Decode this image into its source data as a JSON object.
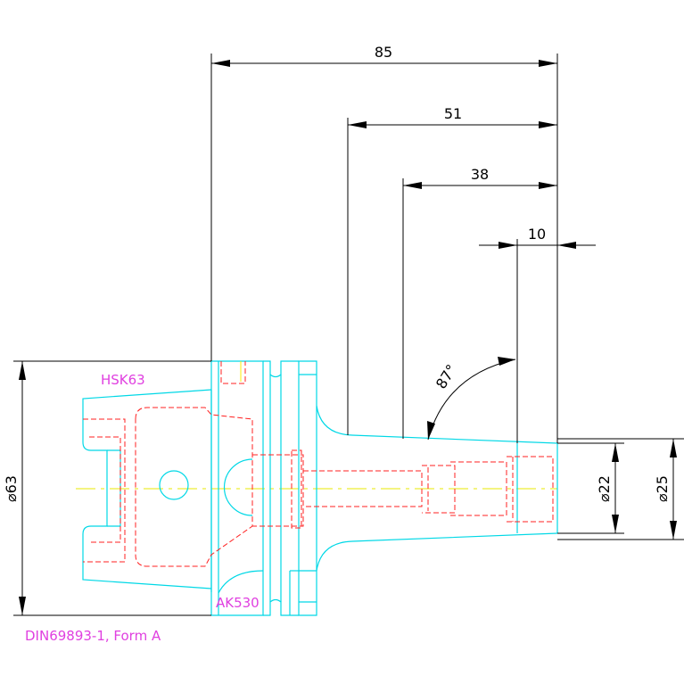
{
  "colors": {
    "outline": "#00e0e8",
    "hidden": "#ff2020",
    "centerline": "#ffff00",
    "dimension": "#000000",
    "label": "#e040e0"
  },
  "dimensions": {
    "d85": "85",
    "d51": "51",
    "d38": "38",
    "d10": "10",
    "dia63": "⌀63",
    "dia22": "⌀22",
    "dia25": "⌀25",
    "angle": "87°"
  },
  "labels": {
    "taper": "HSK63",
    "collar": "AK530",
    "standard": "DIN69893-1, Form A"
  }
}
